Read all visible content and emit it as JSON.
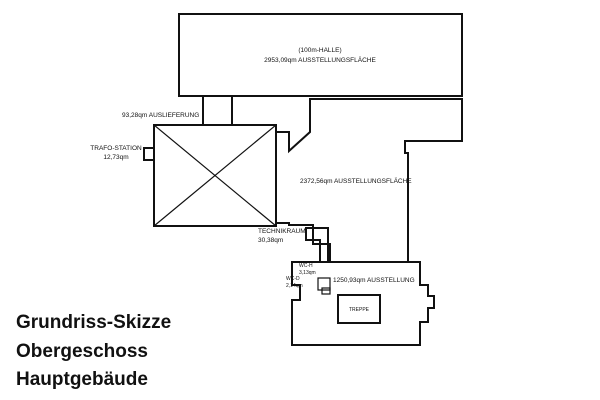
{
  "labels": {
    "halle_name": "(100m-HALLE)",
    "halle_area": "2953,09qm AUSSTELLUNGSFLÄCHE",
    "auslieferung": "93,28qm AUSLIEFERUNG",
    "trafo_name": "TRAFO-STATION",
    "trafo_area": "12,73qm",
    "main_area": "2372,56qm AUSSTELLUNGSFLÄCHE",
    "technik_name": "TECHNIKRAUM",
    "technik_area": "30,38qm",
    "wc_h_name": "WC-H",
    "wc_h_area": "3,13qm",
    "wc_d_name": "WC-D",
    "wc_d_area": "2,14qm",
    "ausstellung": "1250,93qm AUSSTELLUNG",
    "treppe": "TREPPE"
  },
  "caption": {
    "line1": "Grundriss-Skizze",
    "line2": "Obergeschoss",
    "line3": "Hauptgebäude"
  }
}
